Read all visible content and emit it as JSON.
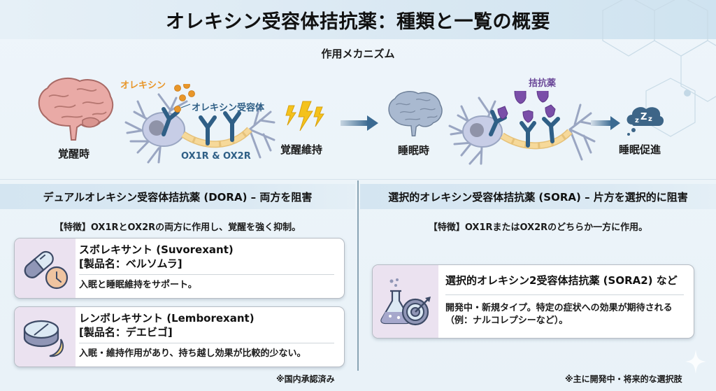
{
  "header": {
    "title": "オレキシン受容体拮抗薬：種類と一覧の概要"
  },
  "mechanism": {
    "title": "作用メカニズム",
    "wake": {
      "brain_label": "覚醒時",
      "orexin_label": "オレキシン",
      "receptor_label": "オレキシン受容体",
      "receptor_types": "OX1R & OX2R",
      "result_label": "覚醒維持"
    },
    "sleep": {
      "brain_label": "睡眠時",
      "antagonist_label": "拮抗薬",
      "result_label": "睡眠促進",
      "zzz": "zZz"
    }
  },
  "colors": {
    "orexin": "#e8962a",
    "receptor": "#2f5f86",
    "antagonist": "#7a4ea8",
    "arrow": "#3b6a92",
    "lightning": "#f4c21c",
    "header_bg": "#dbe9f3",
    "card_icon_bg": "#ebe2f0"
  },
  "dora": {
    "heading": "デュアルオレキシン受容体拮抗薬 (DORA) – 両方を阻害",
    "feature": "【特徴】OX1RとOX2Rの両方に作用し、覚醒を強く抑制。",
    "drugs": [
      {
        "icon": "capsule-clock-icon",
        "name": "スボレキサント (Suvorexant)",
        "product": "[製品名：ベルソムラ]",
        "desc": "入眠と睡眠維持をサポート。"
      },
      {
        "icon": "tablet-moon-icon",
        "name": "レンボレキサント (Lemborexant)",
        "product": "[製品名：デエビゴ]",
        "desc": "入眠・維持作用があり、持ち越し効果が比較的少ない。"
      }
    ],
    "note": "※国内承認済み"
  },
  "sora": {
    "heading": "選択的オレキシン受容体拮抗薬 (SORA) – 片方を選択的に阻害",
    "feature": "【特徴】OX1RまたはOX2Rのどちらか一方に作用。",
    "drugs": [
      {
        "icon": "flask-target-icon",
        "name": "選択的オレキシン2受容体拮抗薬 (SORA2) など",
        "desc": "開発中・新規タイプ。特定の症状への効果が期待される（例：ナルコレプシーなど）。"
      }
    ],
    "note": "※主に開発中・将来的な選択肢"
  }
}
